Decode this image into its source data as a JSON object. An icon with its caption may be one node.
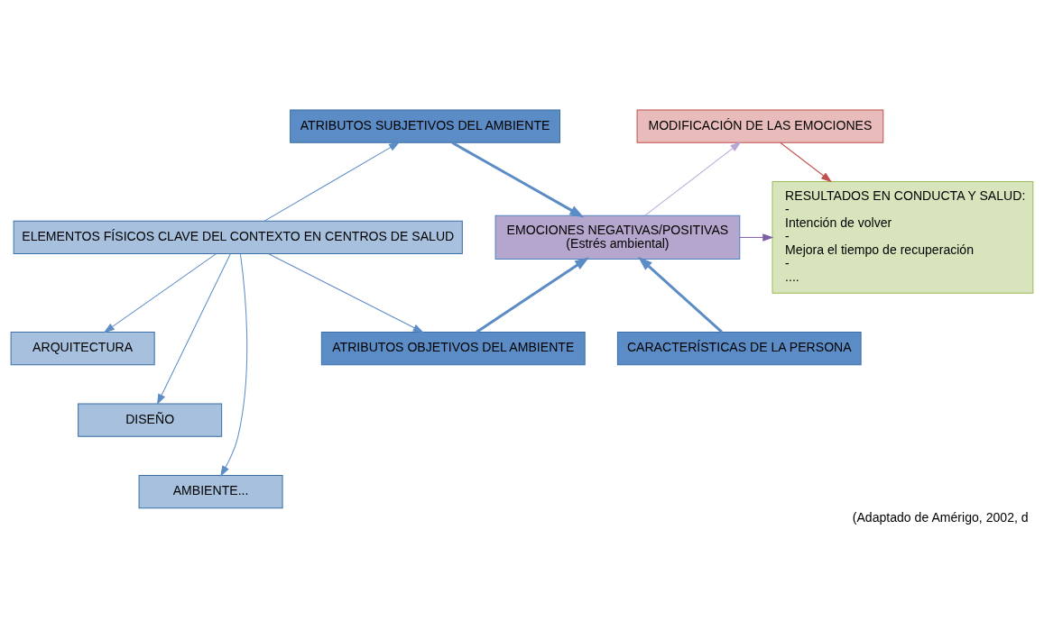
{
  "diagram": {
    "caption": "(Adaptado de Amérigo, 2002, d",
    "nodes": [
      {
        "text": [
          "ATRIBUTOS SUBJETIVOS DEL AMBIENTE"
        ]
      },
      {
        "text": [
          "MODIFICACIÓN DE LAS EMOCIONES"
        ]
      },
      {
        "text": [
          "ELEMENTOS FÍSICOS CLAVE DEL CONTEXTO EN CENTROS DE SALUD"
        ]
      },
      {
        "text": [
          "EMOCIONES NEGATIVAS/POSITIVAS",
          "(Estrés ambiental)"
        ]
      },
      {
        "text": [
          "RESULTADOS EN CONDUCTA Y SALUD:",
          "-",
          "Intención de volver",
          "-",
          "Mejora el tiempo de recuperación",
          "-",
          "...."
        ]
      },
      {
        "text": [
          "ARQUITECTURA"
        ]
      },
      {
        "text": [
          "ATRIBUTOS OBJETIVOS DEL AMBIENTE"
        ]
      },
      {
        "text": [
          "CARACTERÍSTICAS DE LA PERSONA"
        ]
      },
      {
        "text": [
          "DISEÑO"
        ]
      },
      {
        "text": [
          "AMBIENTE..."
        ]
      }
    ],
    "edges": [
      {
        "from": 2,
        "to": 0,
        "arrow": "to"
      },
      {
        "from": 0,
        "to": 3,
        "arrow": "to",
        "style": "thick"
      },
      {
        "from": 3,
        "to": 1,
        "arrow": "to",
        "color": "#b9a5d6"
      },
      {
        "from": 1,
        "to": 4,
        "arrow": "to",
        "color": "#c0504d"
      },
      {
        "from": 3,
        "to": 4,
        "arrow": "to",
        "color": "#7b5ea7"
      },
      {
        "from": 2,
        "to": 6,
        "arrow": "to"
      },
      {
        "from": 2,
        "to": 5,
        "arrow": "to"
      },
      {
        "from": 2,
        "to": 8,
        "arrow": "to"
      },
      {
        "from": 2,
        "to": 9,
        "arrow": "to"
      },
      {
        "from": 6,
        "to": 3,
        "arrow": "to",
        "style": "thick"
      },
      {
        "from": 7,
        "to": 3,
        "arrow": "to",
        "style": "thick"
      }
    ]
  }
}
